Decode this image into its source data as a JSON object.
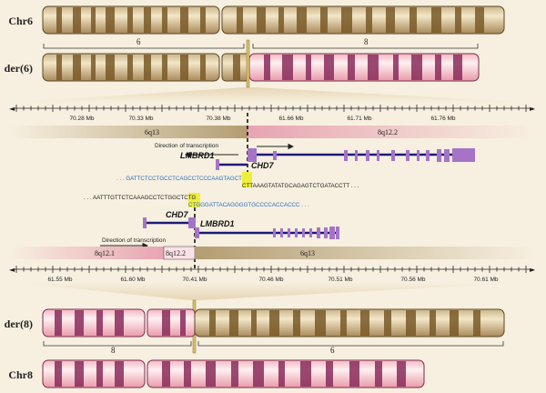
{
  "chromosomes": {
    "chr6": {
      "label": "Chr6"
    },
    "der6": {
      "label": "der(6)"
    },
    "der8": {
      "label": "der(8)"
    },
    "chr8": {
      "label": "Chr8"
    }
  },
  "region_labels": {
    "top_left": "6",
    "top_right": "8",
    "bottom_left": "8",
    "bottom_right": "6"
  },
  "top_axis": {
    "ticks": [
      "70.28 Mb",
      "70.33 Mb",
      "70.38 Mb",
      "61.66 Mb",
      "61.71 Mb",
      "61.76 Mb"
    ]
  },
  "bottom_axis": {
    "ticks": [
      "61.55 Mb",
      "61.60 Mb",
      "70.41 Mb",
      "70.46 Mb",
      "70.51 Mb",
      "70.56 Mb",
      "70.61 Mb"
    ]
  },
  "bands": {
    "top_left": "6q13",
    "top_right": "8q12.2",
    "bottom_left1": "8q12.1",
    "bottom_left2": "8q12.2",
    "bottom_right": "6q13"
  },
  "genes": {
    "top_lmbrd1": "LMBRD1",
    "top_chd7": "CHD7",
    "bottom_chd7": "CHD7",
    "bottom_lmbrd1": "LMBRD1"
  },
  "transcription": {
    "top": "Direction of transcription",
    "bottom": "Direction of transcription"
  },
  "sequences": {
    "seq1_blue": ". . . GATTCTCCTGCCTCAGCCTCCCAAGTAG",
    "seq1_junction": "CT",
    "seq2_junction": "CTT",
    "seq2_black": "AAAGTATATGCAGAGTCTGATACCTT . . .",
    "seq3_black": ". . . AATTTGTTCTCAAAGCCTCTGGCT",
    "seq3_junction": "CTG",
    "seq4_junction": "CTG",
    "seq4_blue": "GGATTACAGGGGTGCCCCACCACCC . . ."
  },
  "colors": {
    "background": "#f7f0e0",
    "chr6_band_dark": "#7a5a28",
    "chr6_band_light": "#d8c39a",
    "chr8_band_dark": "#8a2d5c",
    "chr8_band_light": "#f8d0d8",
    "gene_line": "#1a1a7a",
    "exon": "#a574c7",
    "sequence_blue": "#2a6cb8",
    "junction_highlight": "#f0ed3a",
    "breakpoint": "#333333"
  }
}
